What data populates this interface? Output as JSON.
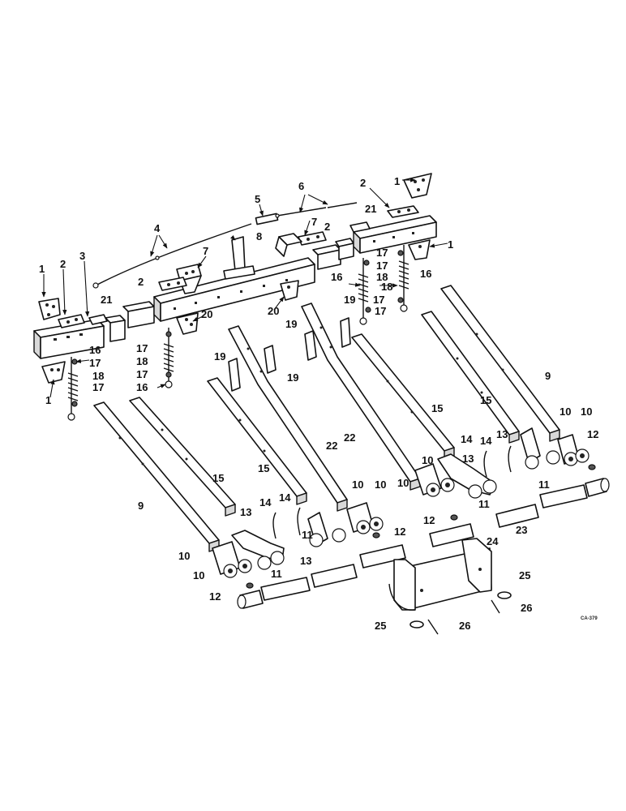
{
  "diagram": {
    "code_label": "CA-379",
    "callouts": {
      "c1": "1",
      "c2": "2",
      "c3": "3",
      "c4": "4",
      "c5": "5",
      "c6": "6",
      "c7": "7",
      "c8": "8",
      "c9": "9",
      "c10": "10",
      "c11": "11",
      "c12": "12",
      "c13": "13",
      "c14": "14",
      "c15": "15",
      "c16": "16",
      "c17": "17",
      "c18": "18",
      "c19": "19",
      "c20": "20",
      "c21": "21",
      "c22": "22",
      "c23": "23",
      "c24": "24",
      "c25": "25",
      "c26": "26"
    }
  }
}
